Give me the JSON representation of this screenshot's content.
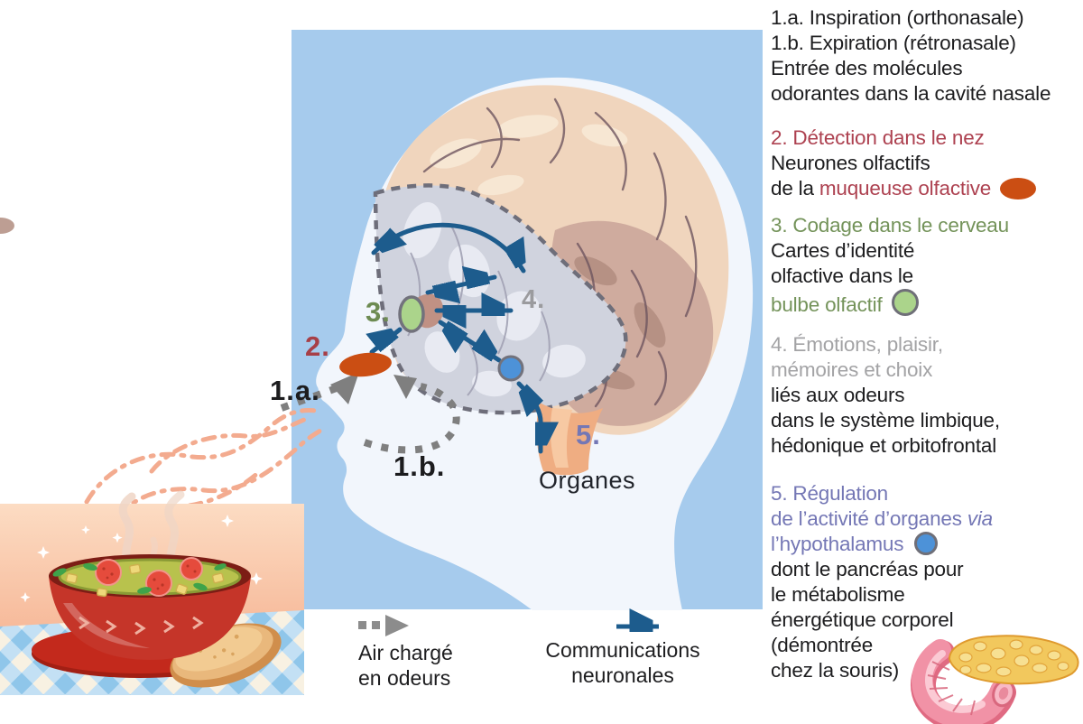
{
  "diagram": {
    "label_1a": "1.a.",
    "label_1b": "1.b.",
    "label_2": "2.",
    "label_3": "3.",
    "label_4": "4.",
    "label_5": "5.",
    "organs_label": "Organes"
  },
  "legend": {
    "air_line1": "Air chargé",
    "air_line2": "en odeurs",
    "neural_line1": "Communications",
    "neural_line2": "neuronales"
  },
  "notes": {
    "b1_l1": "1.a. Inspiration (orthonasale)",
    "b1_l2": "1.b. Expiration (rétronasale)",
    "b1_l3": "Entrée des molécules",
    "b1_l4": "odorantes dans la cavité nasale",
    "b2_title": "2. Détection dans le nez",
    "b2_l2": "Neurones olfactifs",
    "b2_l3_pre": "de la ",
    "b2_l3_colored": "muqueuse olfactive",
    "b3_title": "3. Codage dans le cerveau",
    "b3_l2": "Cartes d’identité",
    "b3_l3": "olfactive dans le",
    "b3_l4_colored": "bulbe olfactif",
    "b4_l1": "4. Émotions, plaisir,",
    "b4_l2": "mémoires et choix",
    "b4_l3": "liés aux odeurs",
    "b4_l4": "dans le système limbique,",
    "b4_l5": "hédonique et orbitofrontal",
    "b5_l1": "5. Régulation",
    "b5_l2_pre": "de l’activité d’organes ",
    "b5_l2_italic": "via",
    "b5_l3_colored": "l’hypothalamus",
    "b5_l4": "dont le pancréas pour",
    "b5_l5": "le métabolisme",
    "b5_l6": "énergétique corporel",
    "b5_l7": "(démontrée",
    "b5_l8": "chez la souris)"
  },
  "colors": {
    "panel_blue": "#a6cbed",
    "head_white": "#f2f6fc",
    "arrow_blue": "#1d5c8d",
    "arrow_gray": "#7f7f7f",
    "marker_orange": "#cb4e13",
    "marker_green": "#abd48b",
    "marker_blue": "#4d92d8",
    "heading_red": "#ad4150",
    "heading_green": "#74935a",
    "heading_gray": "#a3a3a5",
    "heading_purple": "#7477b5"
  }
}
